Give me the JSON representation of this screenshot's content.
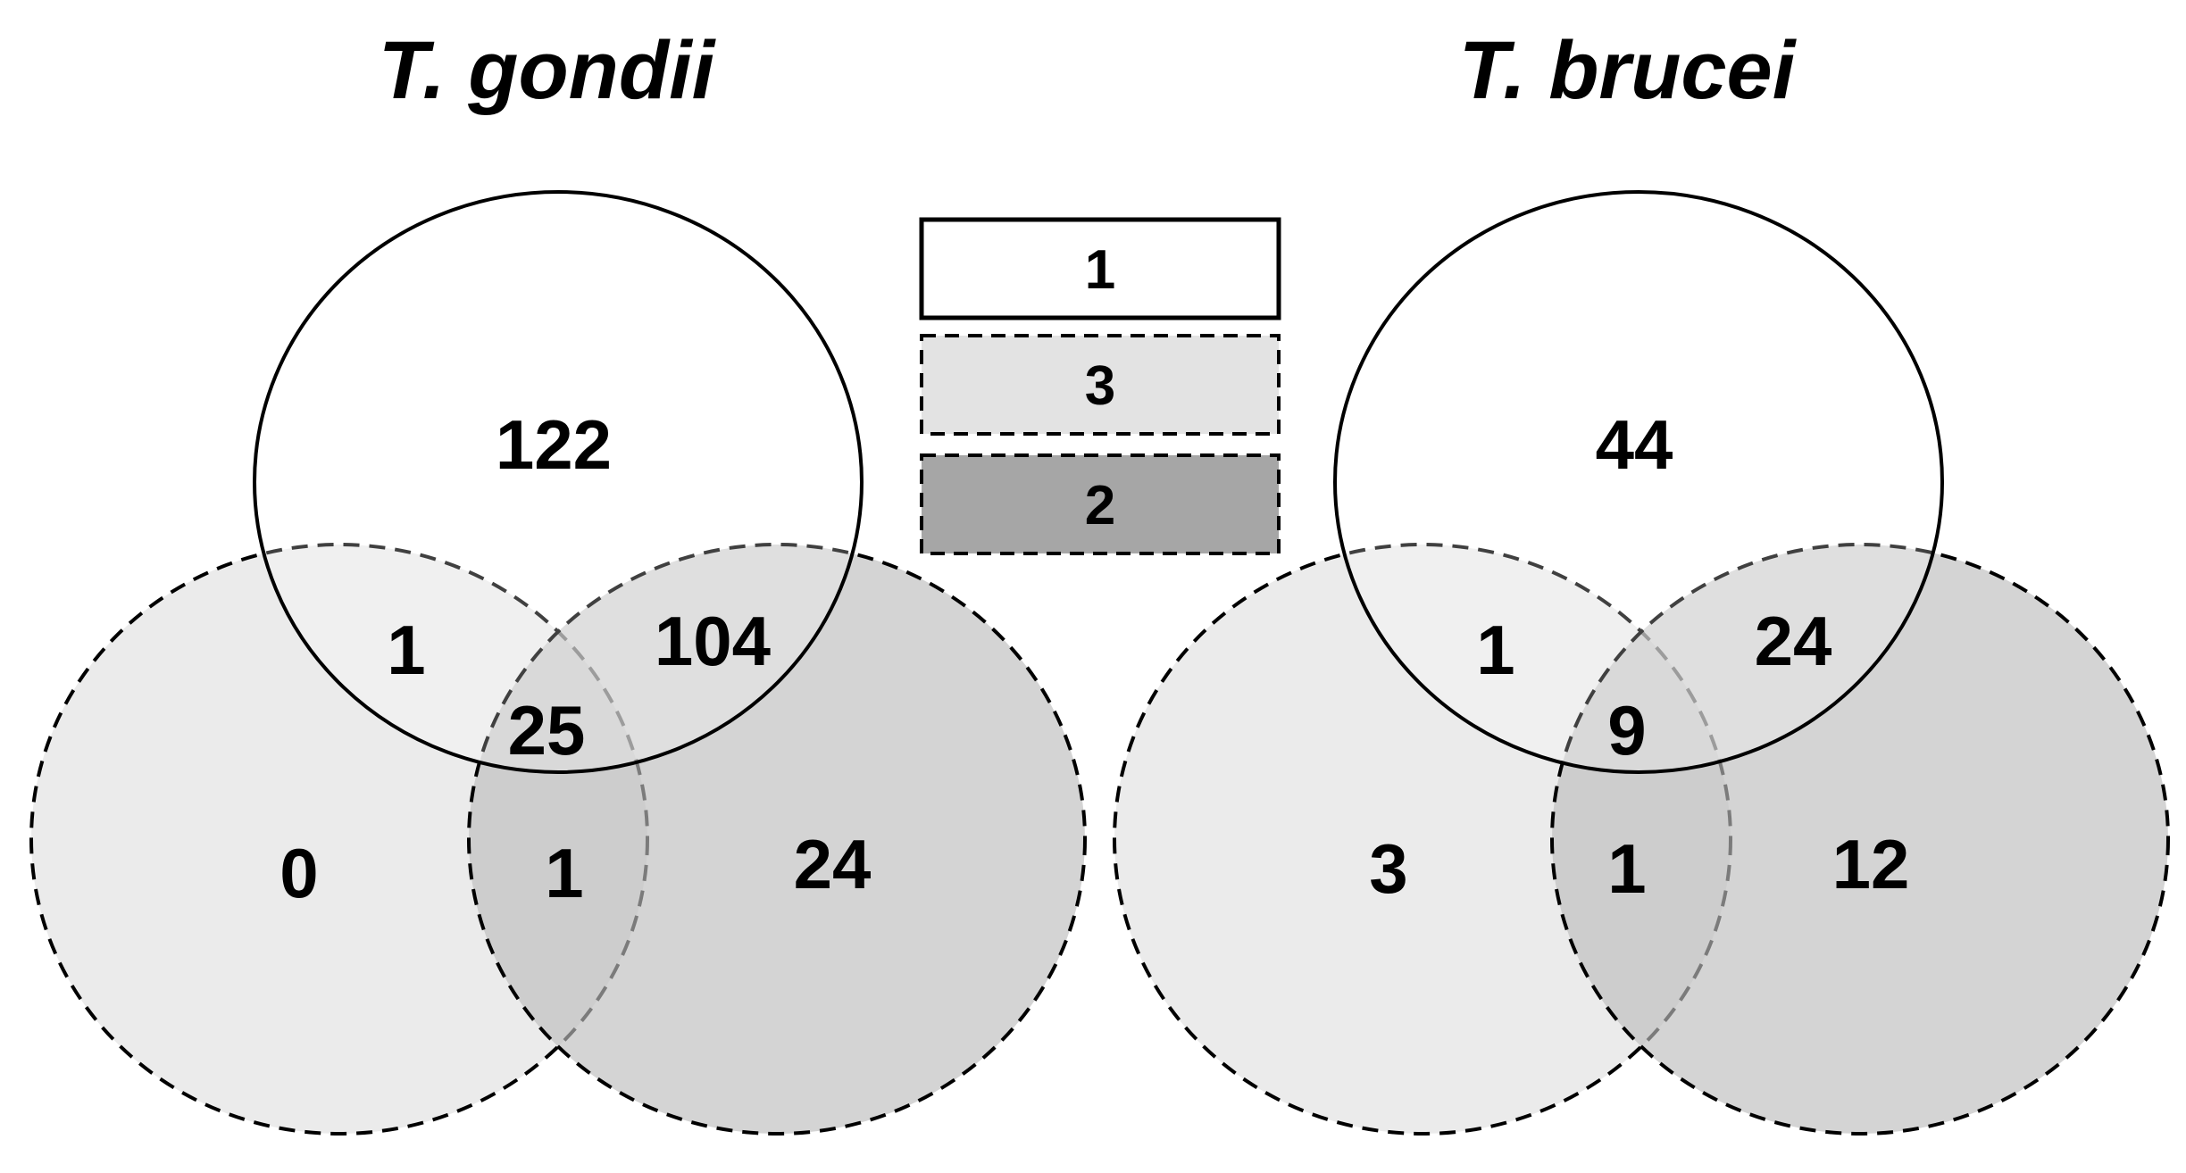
{
  "colors": {
    "background": "#ffffff",
    "set_1_fill": "#ffffff",
    "set_3_fill": "#ebebeb",
    "set_2_fill": "#bdbdbd",
    "stroke": "#000000"
  },
  "legend": [
    {
      "label": "1",
      "border": "solid"
    },
    {
      "label": "3",
      "border": "dashed"
    },
    {
      "label": "2",
      "border": "dashed"
    }
  ],
  "panels": [
    {
      "title": "T. gondii",
      "regions": {
        "only_1": "122",
        "only_3": "0",
        "only_2": "24",
        "set1_set3": "1",
        "set1_set2": "104",
        "set3_set2": "1",
        "all_three": "25"
      }
    },
    {
      "title": "T. brucei",
      "regions": {
        "only_1": "44",
        "only_3": "3",
        "only_2": "12",
        "set1_set3": "1",
        "set1_set2": "24",
        "set3_set2": "1",
        "all_three": "9"
      }
    }
  ]
}
